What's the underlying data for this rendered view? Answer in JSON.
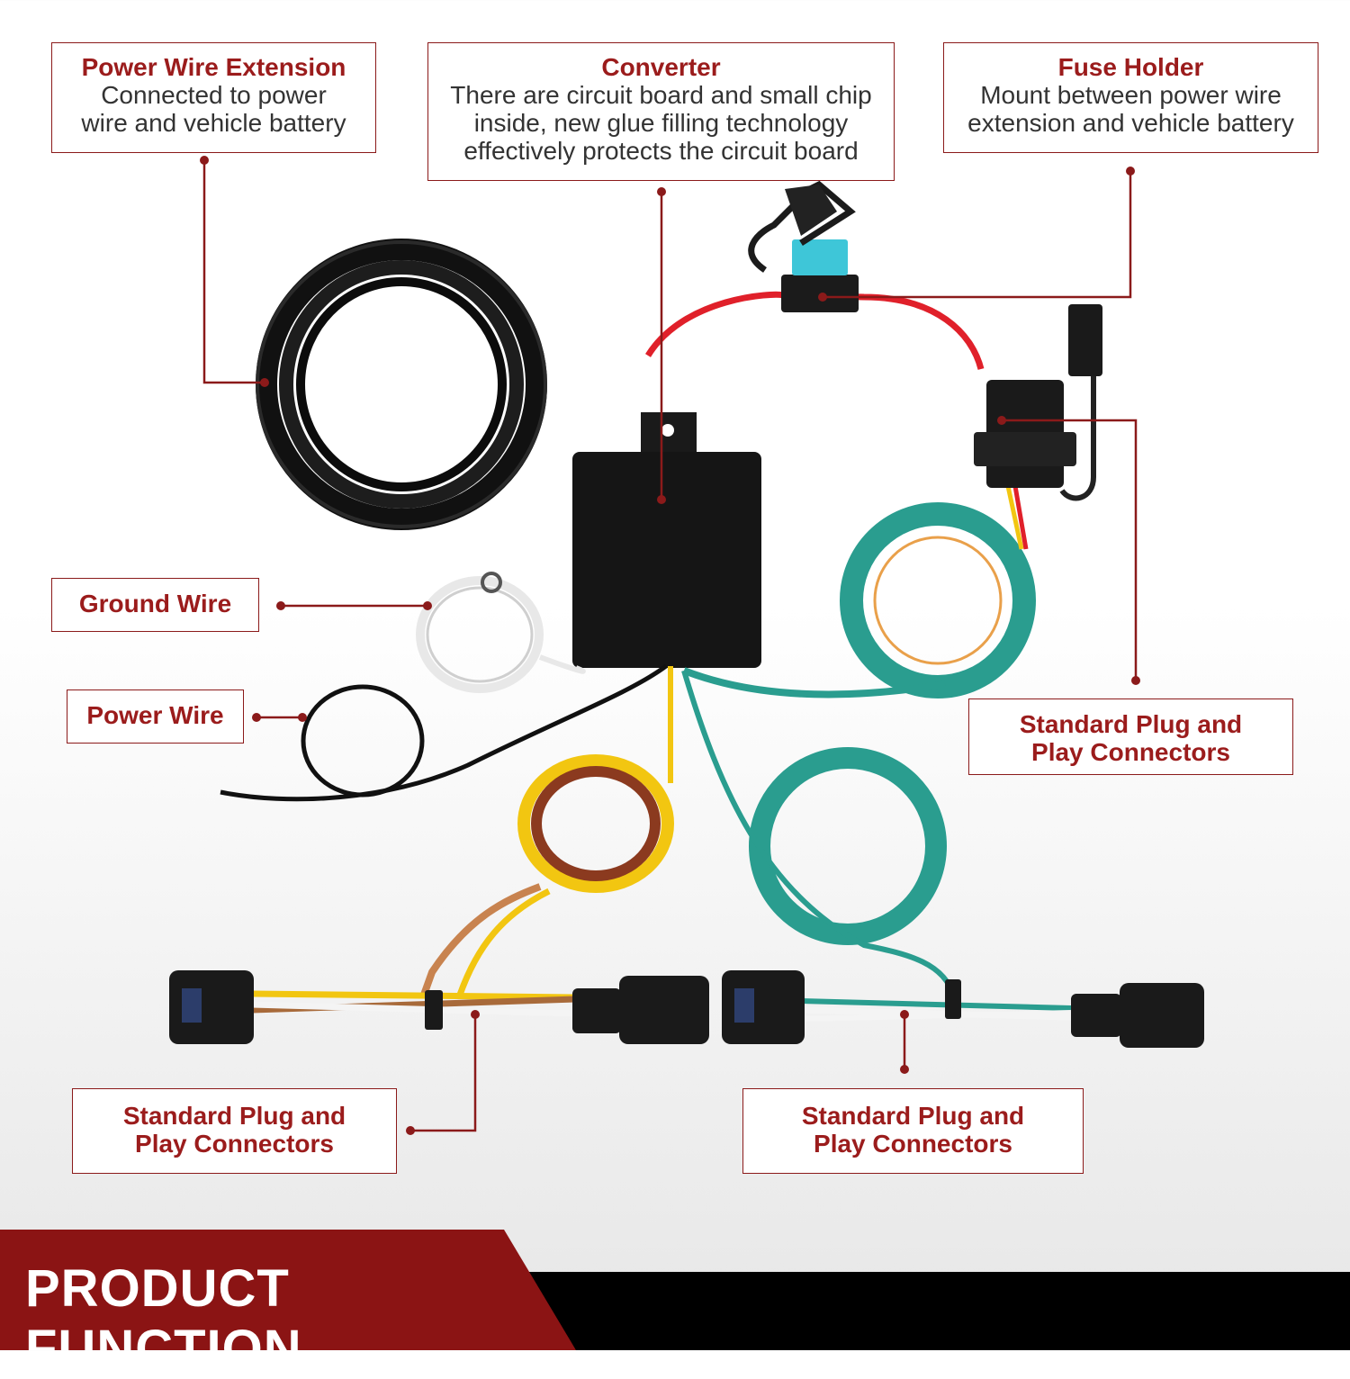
{
  "callouts": {
    "power_wire_extension": {
      "title": "Power Wire Extension",
      "line1": "Connected to power",
      "line2": "wire and vehicle battery"
    },
    "converter": {
      "title": "Converter",
      "line1": "There are circuit board and small chip",
      "line2": "inside, new glue filling technology",
      "line3": "effectively protects the circuit board"
    },
    "fuse_holder": {
      "title": "Fuse Holder",
      "line1": "Mount between power wire",
      "line2": "extension and vehicle battery"
    },
    "ground_wire": {
      "title": "Ground Wire"
    },
    "power_wire": {
      "title": "Power Wire"
    },
    "plug_right": {
      "line1": "Standard Plug and",
      "line2": "Play Connectors"
    },
    "plug_left": {
      "line1": "Standard Plug and",
      "line2": "Play Connectors"
    },
    "plug_middle": {
      "line1": "Standard Plug and",
      "line2": "Play Connectors"
    }
  },
  "footer": {
    "label": "PRODUCT FUNCTION"
  },
  "colors": {
    "accent": "#8b1a1a",
    "footer_red": "#8b1414",
    "wire_green": "#2a9d8f",
    "wire_yellow": "#f2c611",
    "wire_red": "#e0202a"
  }
}
